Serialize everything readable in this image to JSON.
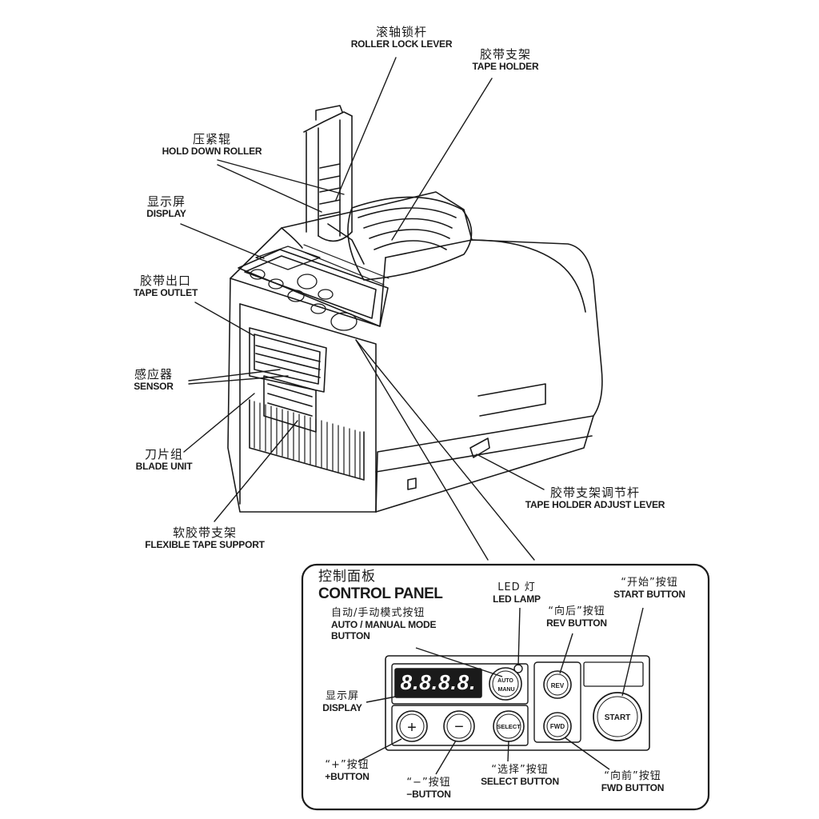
{
  "labels": {
    "roller_lock_lever": {
      "zh": "滚轴锁杆",
      "en": "ROLLER LOCK LEVER"
    },
    "tape_holder": {
      "zh": "胶带支架",
      "en": "TAPE HOLDER"
    },
    "hold_down_roller": {
      "zh": "压紧辊",
      "en": "HOLD DOWN ROLLER"
    },
    "display": {
      "zh": "显示屏",
      "en": "DISPLAY"
    },
    "tape_outlet": {
      "zh": "胶带出口",
      "en": "TAPE OUTLET"
    },
    "sensor": {
      "zh": "感应器",
      "en": "SENSOR"
    },
    "blade_unit": {
      "zh": "刀片组",
      "en": "BLADE UNIT"
    },
    "flexible_tape_support": {
      "zh": "软胶带支架",
      "en": "FLEXIBLE TAPE SUPPORT"
    },
    "tape_holder_adjust_lever": {
      "zh": "胶带支架调节杆",
      "en": "TAPE HOLDER ADJUST LEVER"
    }
  },
  "panel": {
    "title_zh": "控制面板",
    "title_en": "CONTROL PANEL",
    "led_lamp": {
      "zh": "LED 灯",
      "en": "LED LAMP"
    },
    "auto_manual": {
      "zh": "自动/手动模式按钮",
      "en1": "AUTO / MANUAL MODE",
      "en2": "BUTTON"
    },
    "rev": {
      "zh": "“向后”按钮",
      "en": "REV BUTTON"
    },
    "start": {
      "zh": "“开始”按钮",
      "en": "START BUTTON"
    },
    "display": {
      "zh": "显示屏",
      "en": "DISPLAY"
    },
    "plus": {
      "zh": "“+”按钮",
      "en": "+BUTTON"
    },
    "minus": {
      "zh": "“−”按钮",
      "en": "−BUTTON"
    },
    "select": {
      "zh": "“选择”按钮",
      "en": "SELECT BUTTON"
    },
    "fwd": {
      "zh": "“向前”按钮",
      "en": "FWD BUTTON"
    },
    "digits": "8.8.8.8.",
    "btn_plus": "+",
    "btn_minus": "−",
    "btn_select": "SELECT",
    "btn_auto": "AUTO",
    "btn_manu": "MANU",
    "btn_rev": "REV",
    "btn_fwd": "FWD",
    "btn_start": "START"
  },
  "colors": {
    "line": "#1a1a1a",
    "paper": "#ffffff"
  }
}
